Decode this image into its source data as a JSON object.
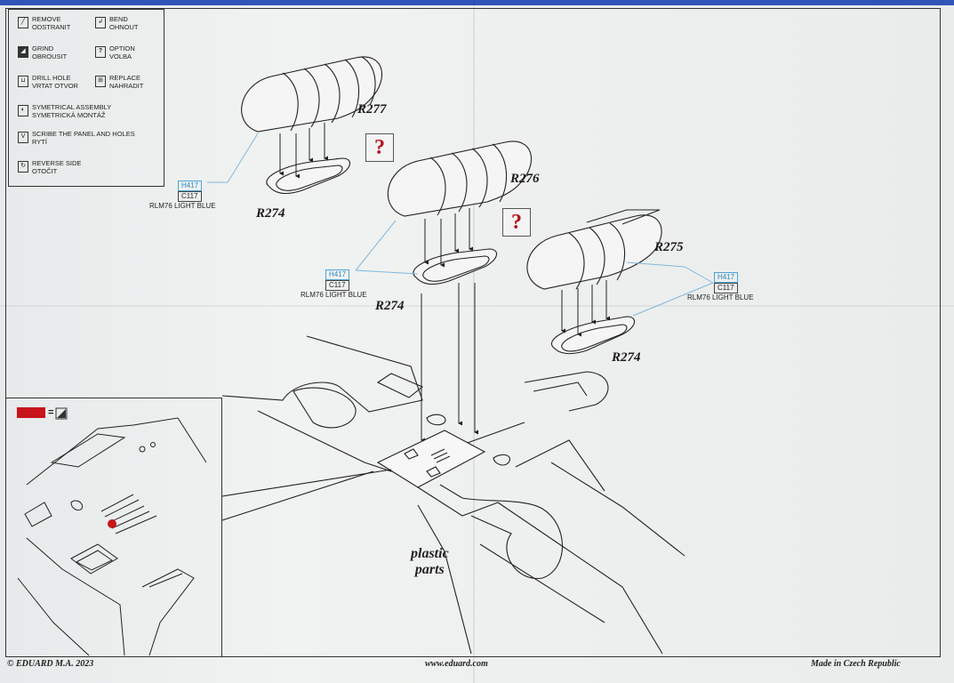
{
  "legend": {
    "items": [
      {
        "icon": "remove-icon",
        "lines": [
          "REMOVE",
          "ODSTRANIT"
        ]
      },
      {
        "icon": "bend-icon",
        "lines": [
          "BEND",
          "OHNOUT"
        ]
      },
      {
        "icon": "grind-icon",
        "lines": [
          "GRIND",
          "OBROUSIT"
        ]
      },
      {
        "icon": "option-icon",
        "glyph": "?",
        "lines": [
          "OPTION",
          "VOLBA"
        ]
      },
      {
        "icon": "drill-hole-icon",
        "lines": [
          "DRILL HOLE",
          "VRTAT OTVOR"
        ]
      },
      {
        "icon": "replace-icon",
        "lines": [
          "REPLACE",
          "NAHRADIT"
        ]
      },
      {
        "icon": "symmetrical-assembly-icon",
        "lines": [
          "SYMETRICAL ASSEMBLY",
          "SYMETRICKÁ MONTÁŽ"
        ]
      },
      {
        "icon": "scribe-icon",
        "lines": [
          "SCRIBE THE PANEL AND HOLES",
          "RYTÍ"
        ]
      },
      {
        "icon": "reverse-side-icon",
        "lines": [
          "REVERSE SIDE",
          "OTOČIT"
        ]
      }
    ]
  },
  "parts": {
    "r277": "R277",
    "r276": "R276",
    "r275": "R275",
    "r274": "R274"
  },
  "option_mark": "?",
  "paint": {
    "h": "H417",
    "c": "C117",
    "name": "RLM76 LIGHT BLUE"
  },
  "plastic_parts": [
    "plastic",
    "parts"
  ],
  "inset": {
    "equals": "="
  },
  "footer": {
    "left": "© EDUARD  M.A. 2023",
    "center": "www.eduard.com",
    "right": "Made in Czech Republic"
  },
  "colors": {
    "paint_h": "#2b88c6",
    "swatch": "#c8141c",
    "option": "#b5121b",
    "top_band": "#2f55b8"
  }
}
